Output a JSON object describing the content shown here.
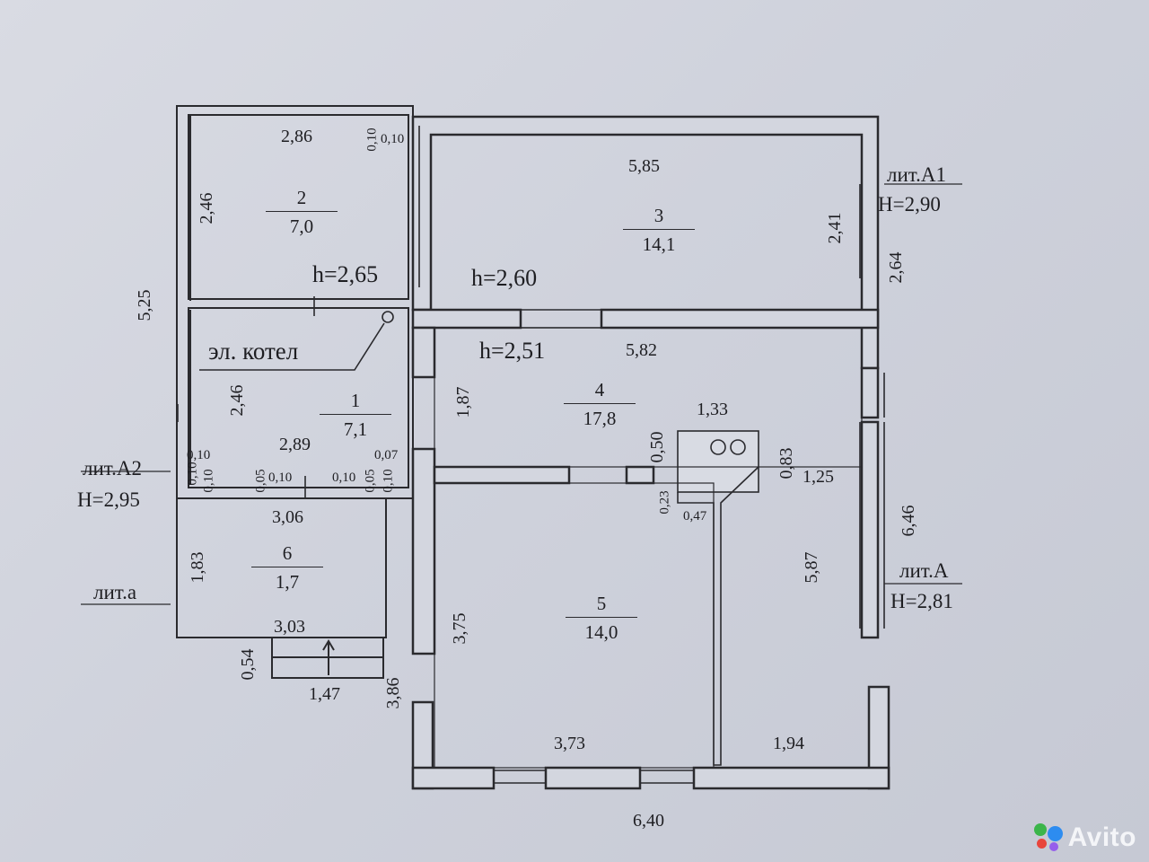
{
  "rooms": [
    {
      "number": "1",
      "area": "7,1"
    },
    {
      "number": "2",
      "area": "7,0"
    },
    {
      "number": "3",
      "area": "14,1"
    },
    {
      "number": "4",
      "area": "17,8"
    },
    {
      "number": "5",
      "area": "14,0"
    },
    {
      "number": "6",
      "area": "1,7"
    }
  ],
  "heights": {
    "room2": "h=2,65",
    "room3": "h=2,60",
    "room4": "h=2,51"
  },
  "boiler_label": "эл. котел",
  "literas": {
    "a1_name": "лит.А1",
    "a1_height": "Н=2,90",
    "a2_name": "лит.А2",
    "a2_height": "Н=2,95",
    "a_name": "лит.А",
    "a_height": "Н=2,81",
    "small_a_name": "лит.а"
  },
  "dims": {
    "d_286": "2,86",
    "d_010a": "0,10",
    "d_010b": "0,10",
    "d_246a": "2,46",
    "d_525": "5,25",
    "d_585": "5,85",
    "d_241": "2,41",
    "d_264": "2,64",
    "d_582": "5,82",
    "d_187": "1,87",
    "d_246b": "2,46",
    "d_289": "2,89",
    "d_133": "1,33",
    "d_050": "0,50",
    "d_083": "0,83",
    "d_125": "1,25",
    "d_023": "0,23",
    "d_047": "0,47",
    "d_007": "0,07",
    "d_010c": "0,10",
    "d_010d": "0,10",
    "d_005a": "0,05",
    "d_010e": "0,10",
    "d_010f": "0,10",
    "d_005b": "0,05",
    "d_010g": "0,10",
    "d_010h": "0,10",
    "d_306": "3,06",
    "d_183": "1,83",
    "d_303": "3,03",
    "d_054": "0,54",
    "d_147": "1,47",
    "d_386": "3,86",
    "d_375": "3,75",
    "d_646": "6,46",
    "d_587": "5,87",
    "d_373": "3,73",
    "d_194": "1,94",
    "d_640": "6,40"
  },
  "watermark": "Avito",
  "colors": {
    "line": "#2a2a2e",
    "paper": "#d3d6df",
    "wm_red": "#e8453c",
    "wm_blue": "#2d8cf0",
    "wm_green": "#3bb54a",
    "wm_purple": "#965eeb"
  }
}
